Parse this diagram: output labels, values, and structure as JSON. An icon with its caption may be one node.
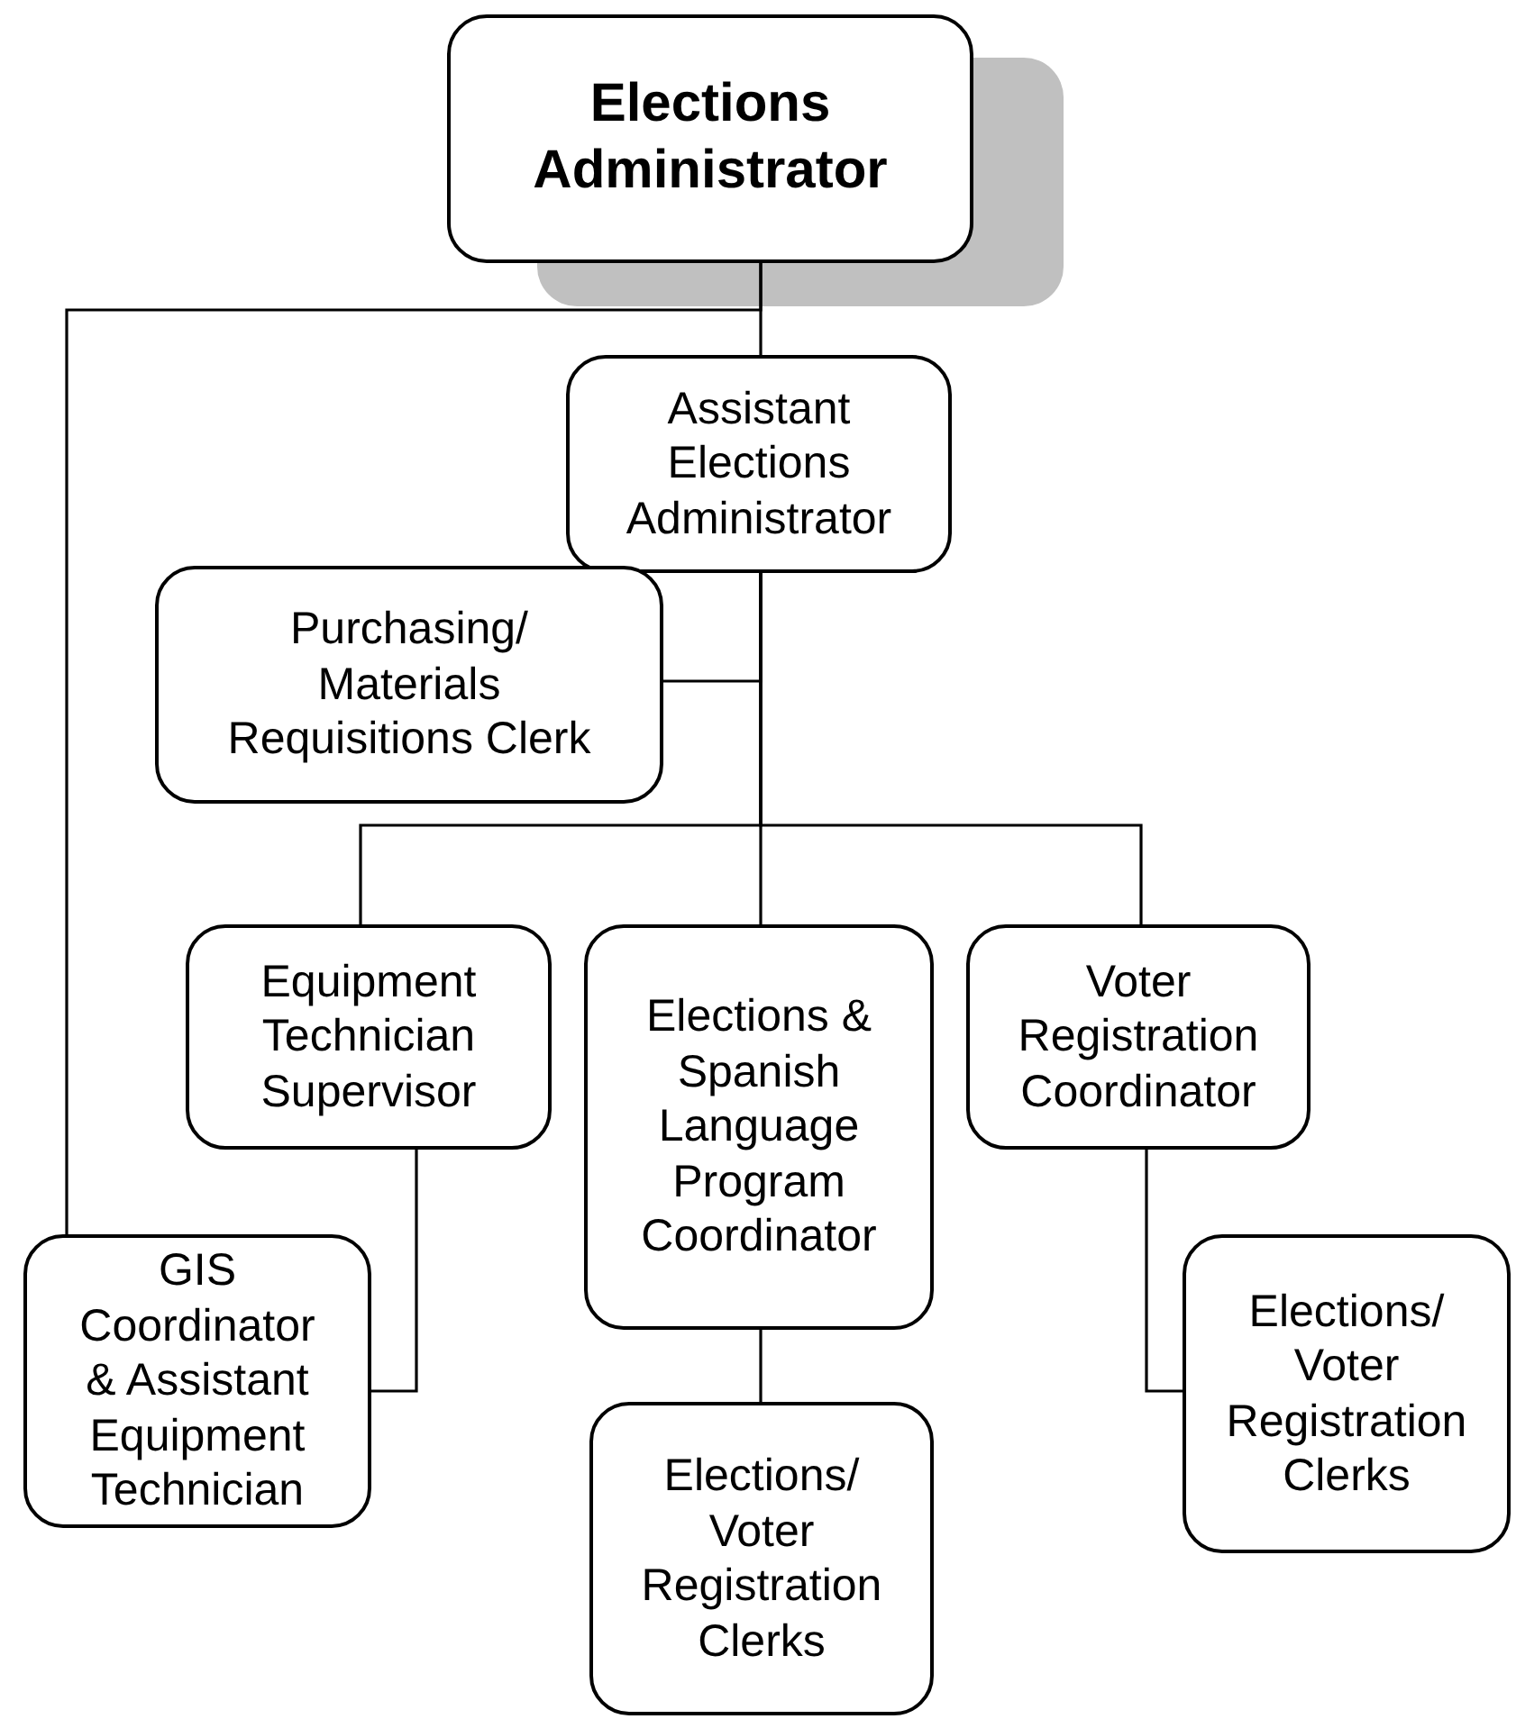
{
  "diagram": {
    "nodes": [
      {
        "text": [
          "Elections Administrator"
        ]
      },
      {
        "text": [
          "Assistant Elections Administrator"
        ]
      },
      {
        "text": [
          "Purchasing/ Materials Requisitions Clerk"
        ]
      },
      {
        "text": [
          "Equipment Technician Supervisor"
        ]
      },
      {
        "text": [
          "Elections & Spanish Language Program Coordinator"
        ]
      },
      {
        "text": [
          "Voter Registration Coordinator"
        ]
      },
      {
        "text": [
          "GIS Coordinator & Assistant Equipment Technician"
        ]
      },
      {
        "text": [
          "Elections/ Voter Registration Clerks"
        ]
      },
      {
        "text": [
          "Elections/ Voter Registration Clerks"
        ]
      }
    ],
    "edges": [
      {
        "from": 0,
        "to": 1,
        "arrow": "none"
      },
      {
        "from": 0,
        "to": 6,
        "arrow": "none"
      },
      {
        "from": 1,
        "to": 2,
        "arrow": "none"
      },
      {
        "from": 1,
        "to": 3,
        "arrow": "none"
      },
      {
        "from": 1,
        "to": 4,
        "arrow": "none"
      },
      {
        "from": 1,
        "to": 5,
        "arrow": "none"
      },
      {
        "from": 3,
        "to": 6,
        "arrow": "none"
      },
      {
        "from": 4,
        "to": 7,
        "arrow": "none"
      },
      {
        "from": 5,
        "to": 8,
        "arrow": "none"
      }
    ]
  }
}
